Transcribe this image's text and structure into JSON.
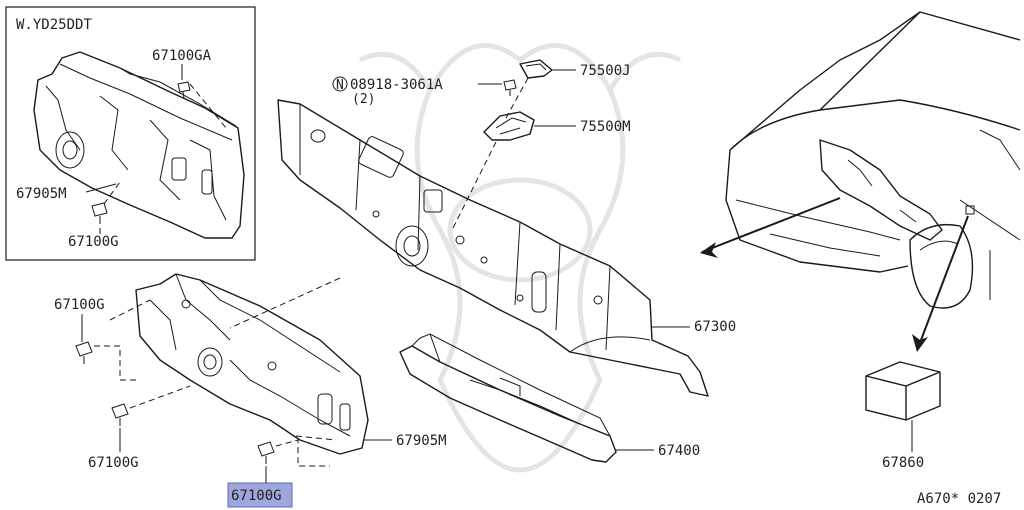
{
  "inset": {
    "title": "W.YD25DDT"
  },
  "labels": {
    "p67100GA": "67100GA",
    "p67905M_inset": "67905M",
    "p67100G_inset": "67100G",
    "bolt_circle": "N",
    "bolt": "08918-3061A",
    "bolt_qty": "(2)",
    "p75500J": "75500J",
    "p75500M": "75500M",
    "p67300": "67300",
    "p67100G_left": "67100G",
    "p67100G_mid": "67100G",
    "p67905M": "67905M",
    "p67100G_selected": "67100G",
    "p67400": "67400",
    "p67860": "67860"
  },
  "footer": {
    "code": "A670* 0207"
  },
  "colors": {
    "highlight": "#9ea6dc",
    "line": "#1a1a1a",
    "watermark": "#e4e4e4"
  }
}
